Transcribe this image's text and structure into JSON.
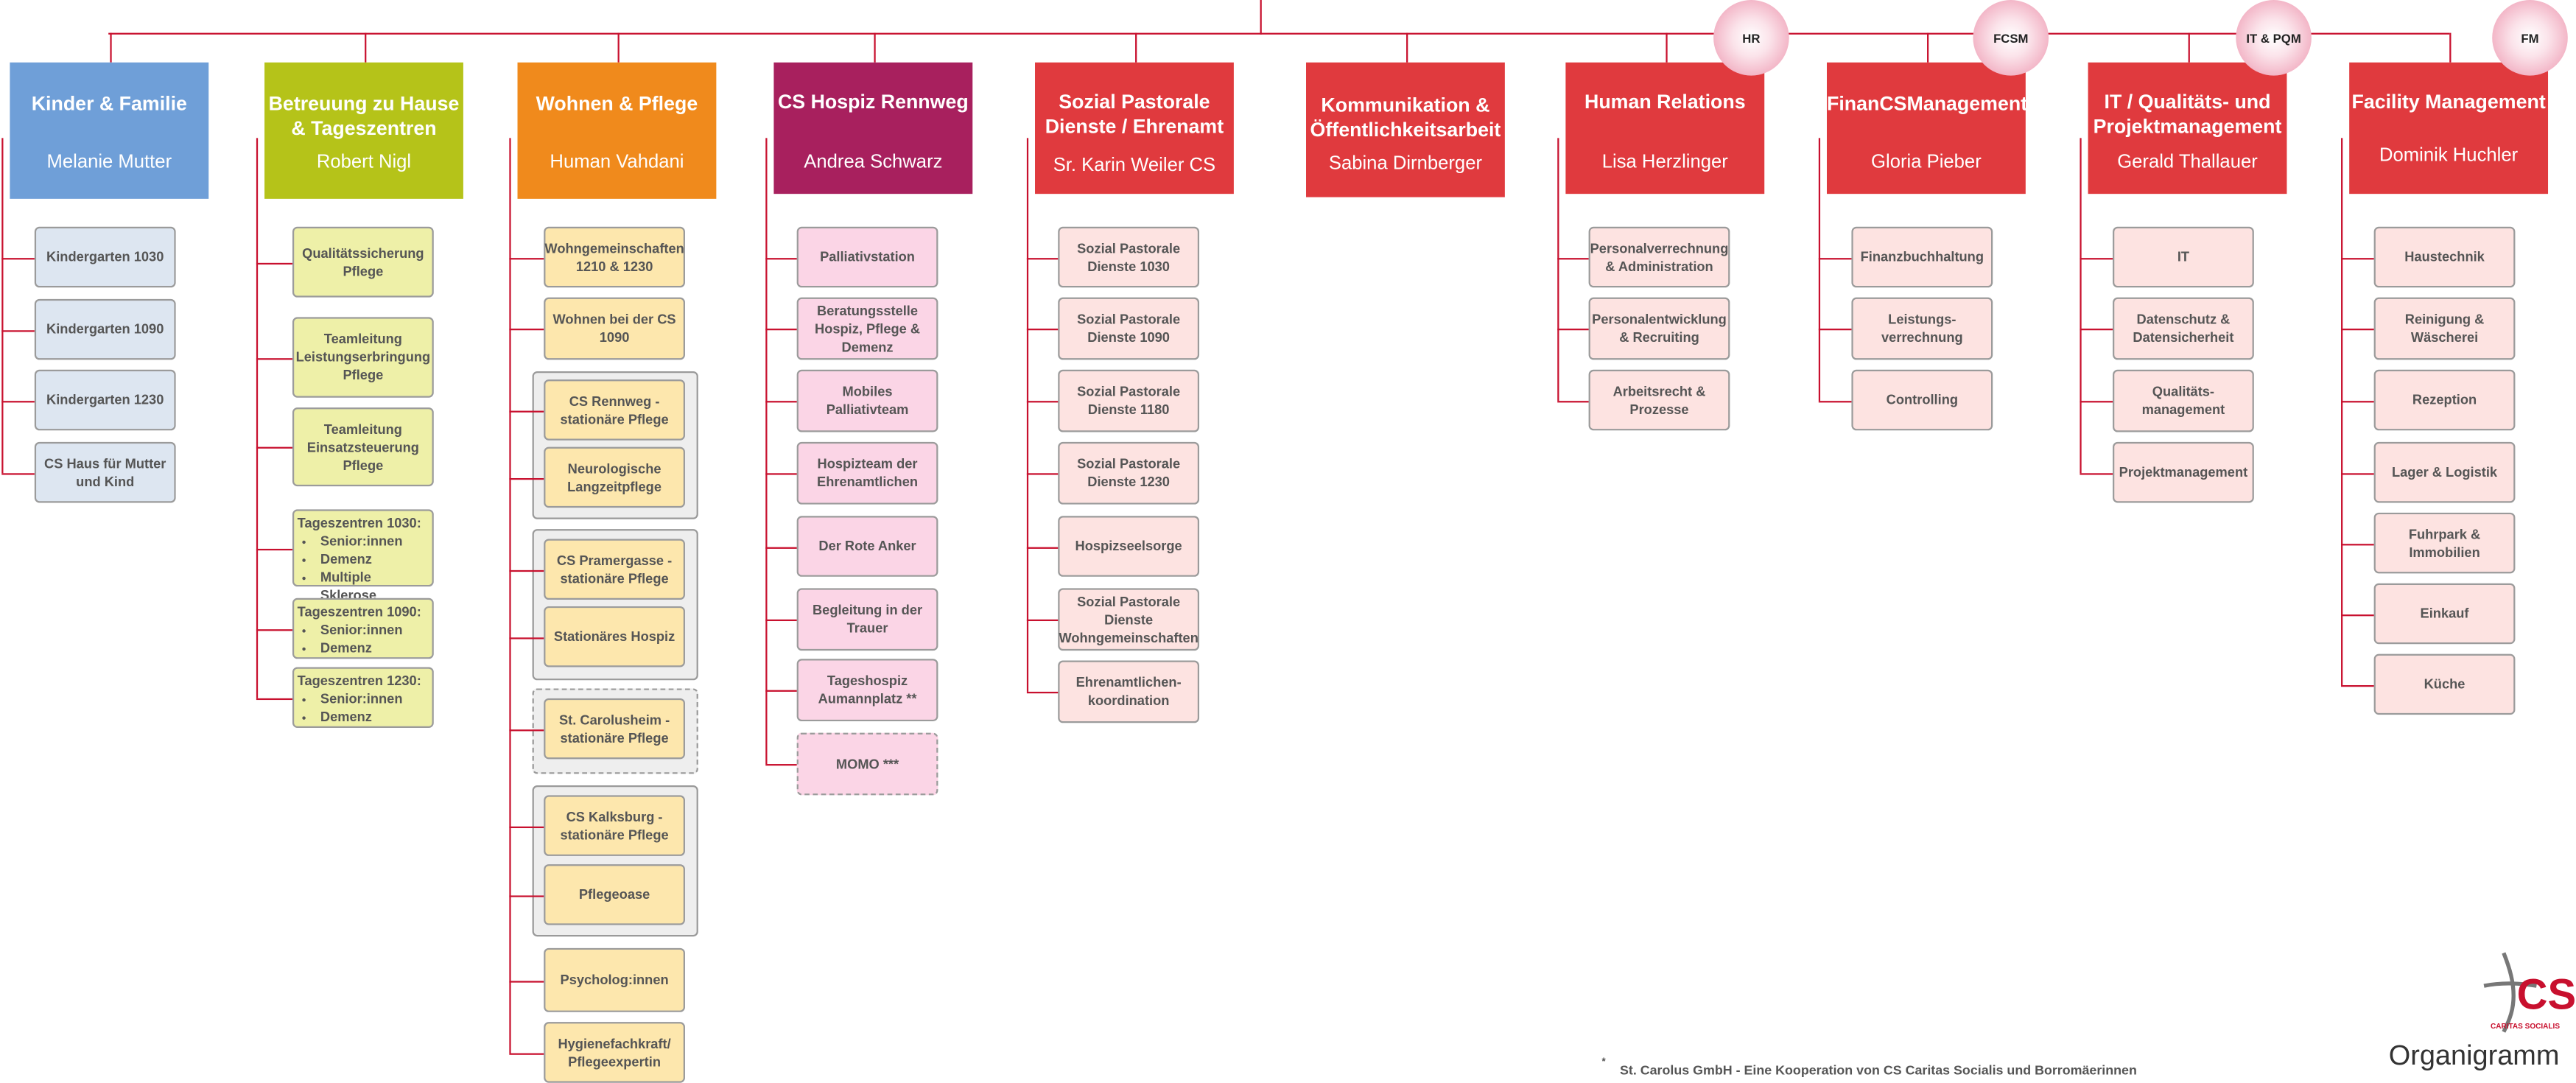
{
  "departments": [
    {
      "title": "Kinder & Familie",
      "person": "Melanie Mutter",
      "color": "#6f9fd8",
      "children": [
        "Kindergarten 1030",
        "Kindergarten 1090",
        "Kindergarten 1230",
        "CS Haus für Mutter und Kind"
      ]
    },
    {
      "title": "Betreuung zu Hause & Tageszentren",
      "person": "Robert Nigl",
      "color": "#b5c319",
      "children": [
        "Qualitätssicherung Pflege",
        "Teamleitung Leistungserbringung Pflege",
        "Teamleitung Einsatzsteuerung Pflege"
      ],
      "lists": [
        {
          "heading": "Tageszentren 1030:",
          "items": [
            "Senior:innen",
            "Demenz",
            "Multiple Sklerose"
          ]
        },
        {
          "heading": "Tageszentren 1090:",
          "items": [
            "Senior:innen",
            "Demenz"
          ]
        },
        {
          "heading": "Tageszentren 1230:",
          "items": [
            "Senior:innen",
            "Demenz"
          ]
        }
      ]
    },
    {
      "title": "Wohnen & Pflege",
      "person": "Human Vahdani",
      "color": "#f08a1c",
      "children": [
        "Wohngemeinschaften 1210 & 1230",
        "Wohnen bei der CS 1090",
        "CS Rennweg - stationäre Pflege",
        "Neurologische Langzeitpflege",
        "CS Pramergasse - stationäre Pflege",
        "Stationäres Hospiz",
        "St. Carolusheim - stationäre Pflege",
        "CS Kalksburg - stationäre Pflege",
        "Pflegeoase",
        "Psycholog:innen",
        "Hygienefachkraft/ Pflegeexpertin"
      ]
    },
    {
      "title": "CS Hospiz Rennweg",
      "person": "Andrea Schwarz",
      "color": "#a8205e",
      "children": [
        "Palliativstation",
        "Beratungsstelle Hospiz, Pflege & Demenz",
        "Mobiles Palliativteam",
        "Hospizteam der Ehrenamtlichen",
        "Der Rote Anker",
        "Begleitung in der Trauer",
        "Tageshospiz Aumannplatz **",
        "MOMO ***"
      ]
    },
    {
      "title": "Sozial Pastorale Dienste / Ehrenamt",
      "person": "Sr. Karin Weiler CS",
      "color": "#e03a3e",
      "children": [
        "Sozial Pastorale Dienste 1030",
        "Sozial Pastorale Dienste 1090",
        "Sozial Pastorale Dienste 1180",
        "Sozial Pastorale Dienste 1230",
        "Hospizseelsorge",
        "Sozial Pastorale Dienste Wohngemeinschaften",
        "Ehrenamtlichen-koordination"
      ]
    },
    {
      "title": "Kommunikation & Öffentlichkeitsarbeit",
      "person": "Sabina Dirnberger",
      "color": "#e03a3e",
      "children": []
    },
    {
      "title": "Human Relations",
      "person": "Lisa Herzlinger",
      "color": "#e03a3e",
      "badge": "HR",
      "children": [
        "Personalverrechnung & Administration",
        "Personalentwicklung & Recruiting",
        "Arbeitsrecht & Prozesse"
      ]
    },
    {
      "title": "FinanCSManagement",
      "person": "Gloria Pieber",
      "color": "#e03a3e",
      "badge": "FCSM",
      "children": [
        "Finanzbuchhaltung",
        "Leistungs-verrechnung",
        "Controlling"
      ]
    },
    {
      "title": "IT / Qualitäts- und Projektmanagement",
      "person": "Gerald Thallauer",
      "color": "#e03a3e",
      "badge": "IT & PQM",
      "children": [
        "IT",
        "Datenschutz & Datensicherheit",
        "Qualitäts-management",
        "Projektmanagement"
      ]
    },
    {
      "title": "Facility Management",
      "person": "Dominik Huchler",
      "color": "#e03a3e",
      "badge": "FM",
      "children": [
        "Haustechnik",
        "Reinigung & Wäscherei",
        "Rezeption",
        "Lager & Logistik",
        "Fuhrpark & Immobilien",
        "Einkauf",
        "Küche"
      ]
    }
  ],
  "footnote": "St. Carolus GmbH - Eine Kooperation von CS Caritas Socialis und Borromäerinnen",
  "footnote_mark": "*",
  "logo": {
    "letters": "CS",
    "caption": "CARITAS SOCIALIS"
  },
  "page_title": "Organigramm",
  "colors": {
    "line": "#c8102e",
    "blue_fill": "#dde6f1",
    "green_fill": "#eef0a8",
    "orange_fill": "#fde7ad",
    "pink_fill": "#fbd5e6",
    "red_fill": "#fde3e1"
  }
}
